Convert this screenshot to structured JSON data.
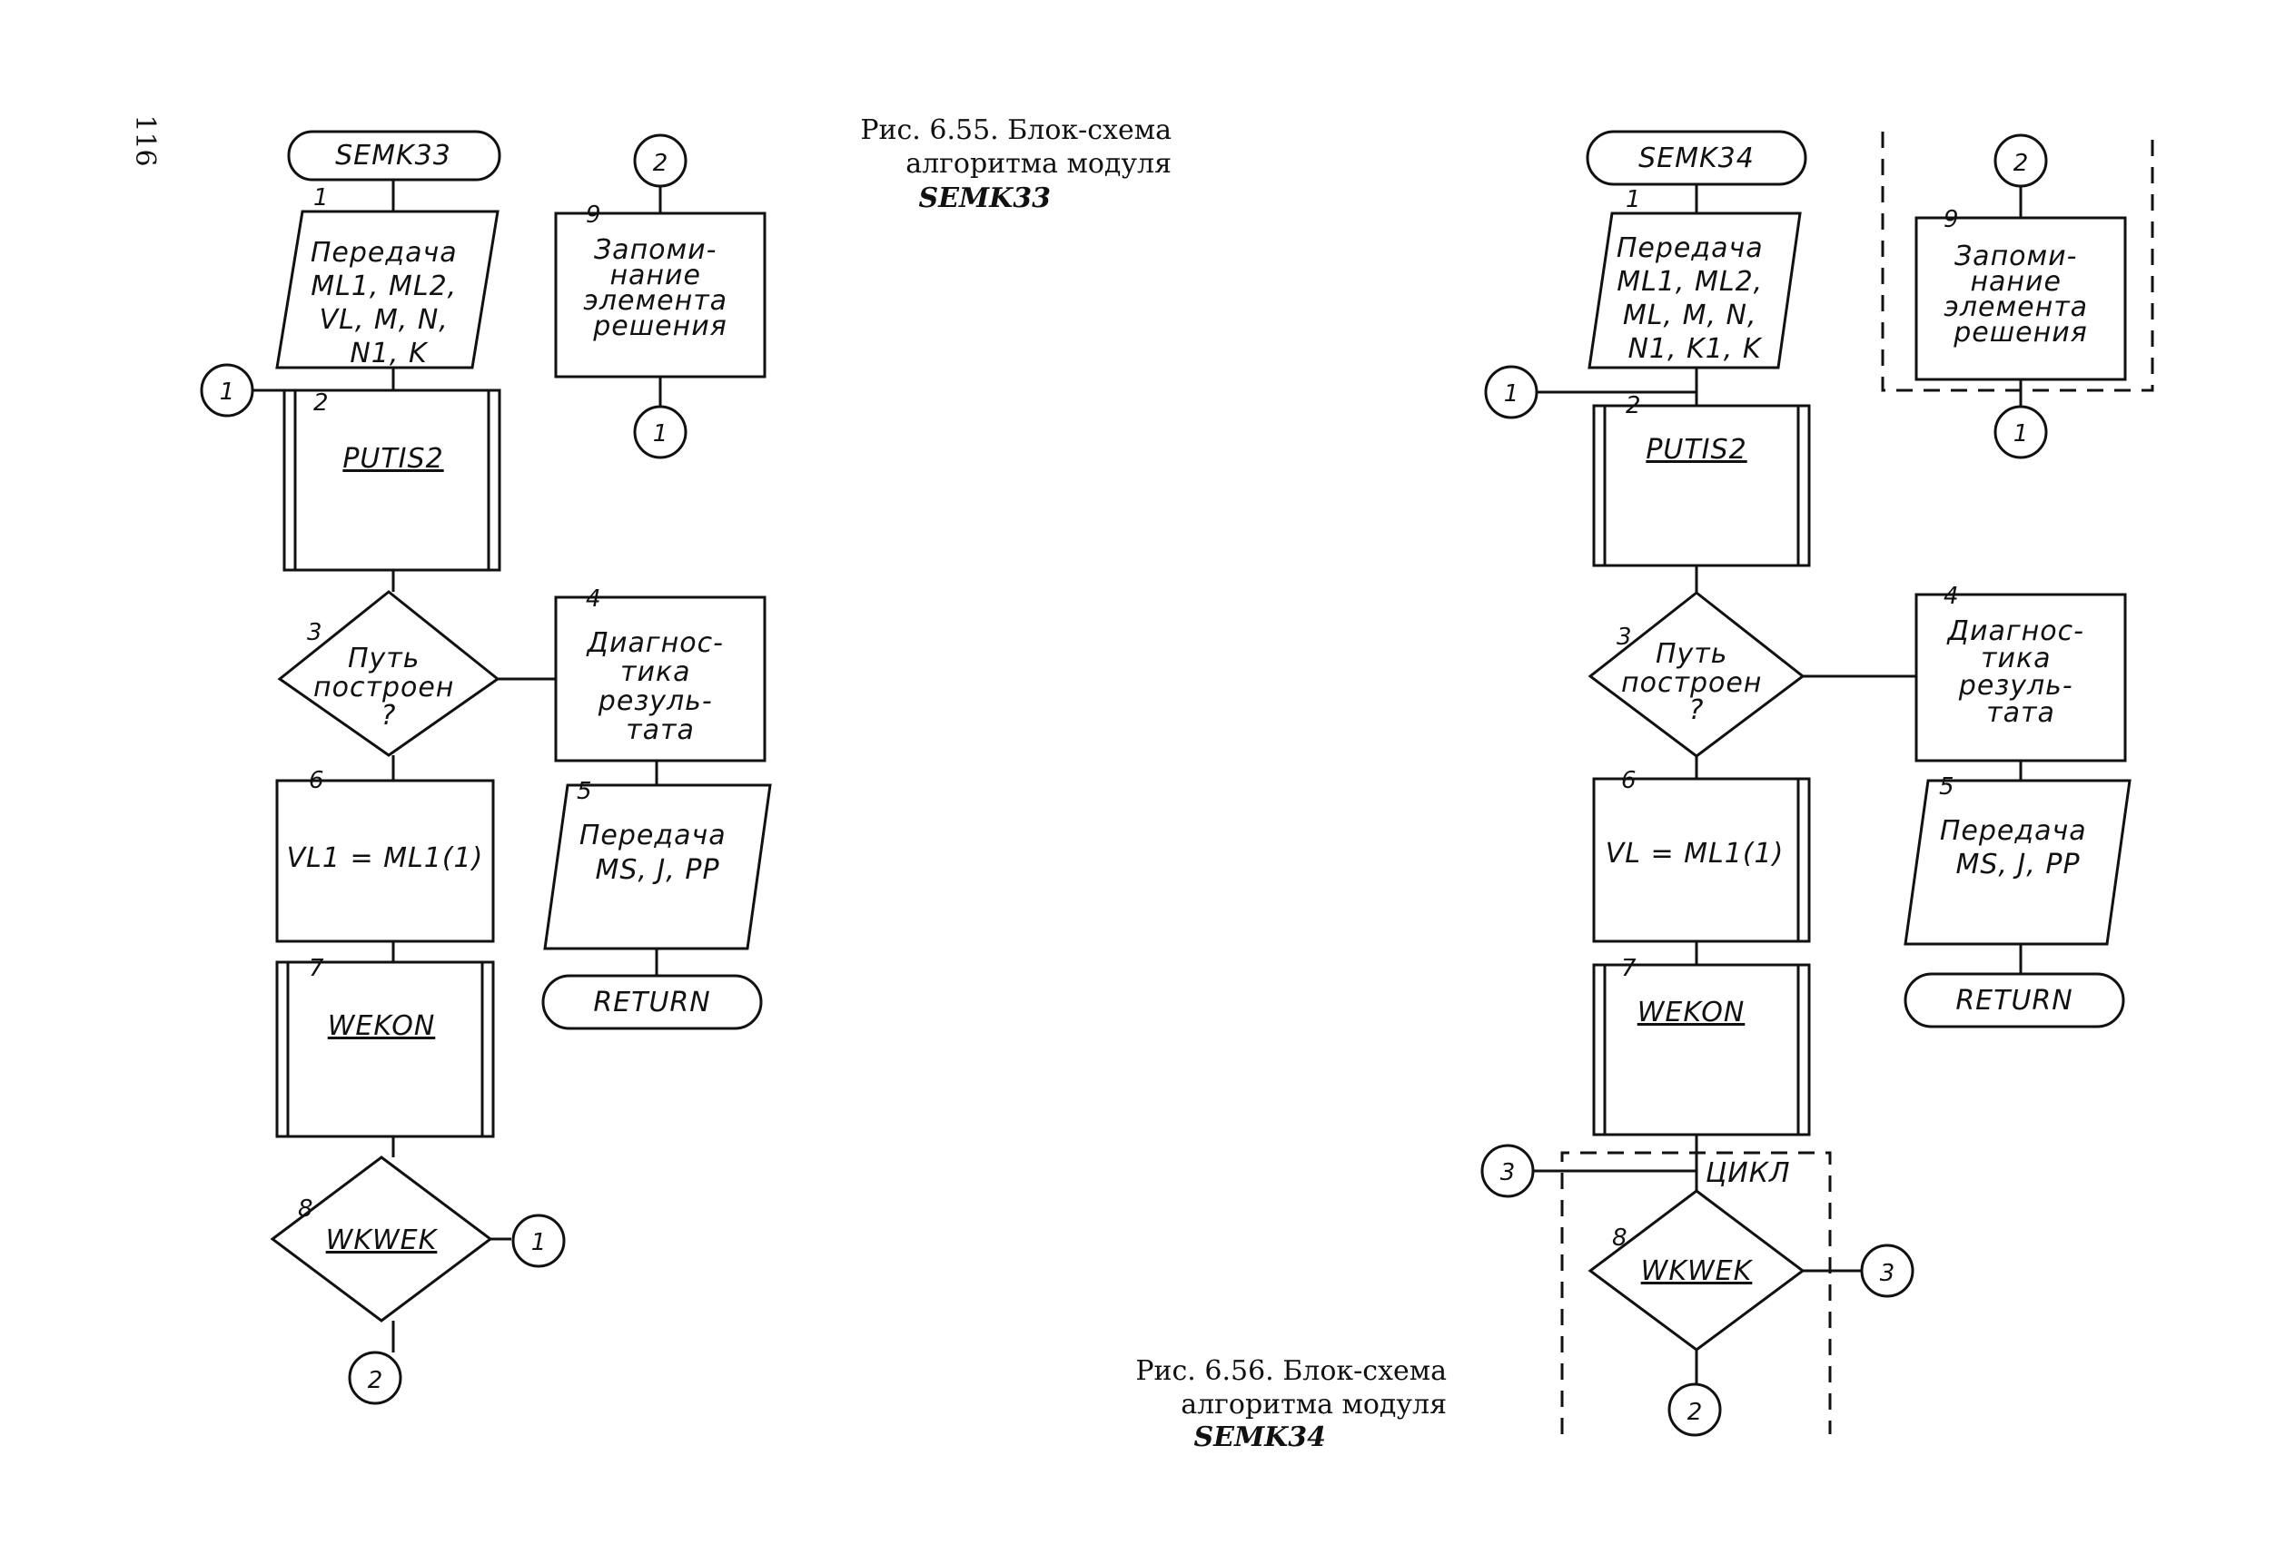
{
  "page": {
    "number": "116"
  },
  "fig55": {
    "caption_line1": "Рис. 6.55. Блок-схема",
    "caption_line2": "алгоритма модуля",
    "caption_line3": "SEMK33",
    "start": "SEMK33",
    "b1": {
      "num": "1",
      "lines": [
        "Передача",
        "ML1, ML2,",
        "VL, M, N,",
        "N1, K"
      ]
    },
    "b2": {
      "num": "2",
      "label": "PUTIS2"
    },
    "b3": {
      "num": "3",
      "lines": [
        "Путь",
        "построен",
        "?"
      ]
    },
    "b4": {
      "num": "4",
      "lines": [
        "Диагнос-",
        "тика",
        "резуль-",
        "тата"
      ]
    },
    "b5": {
      "num": "5",
      "lines": [
        "Передача",
        "MS, J, PP"
      ]
    },
    "end": "RETURN",
    "b6": {
      "num": "6",
      "label": "VL1 = ML1(1)"
    },
    "b7": {
      "num": "7",
      "label": "WEKON"
    },
    "b8": {
      "num": "8",
      "label": "WKWEK"
    },
    "b9": {
      "num": "9",
      "lines": [
        "Запоми-",
        "нание",
        "элемента",
        "решения"
      ]
    },
    "c1a": "1",
    "c1b": "1",
    "c1c": "1",
    "c2a": "2",
    "c2b": "2"
  },
  "fig56": {
    "caption_line1": "Рис. 6.56. Блок-схема",
    "caption_line2": "алгоритма модуля",
    "caption_line3": "SEMK34",
    "start": "SEMK34",
    "b1": {
      "num": "1",
      "lines": [
        "Передача",
        "ML1, ML2,",
        "ML, M, N,",
        "N1, K1, K"
      ]
    },
    "b2": {
      "num": "2",
      "label": "PUTIS2"
    },
    "b3": {
      "num": "3",
      "lines": [
        "Путь",
        "построен",
        "?"
      ]
    },
    "b4": {
      "num": "4",
      "lines": [
        "Диагнос-",
        "тика",
        "резуль-",
        "тата"
      ]
    },
    "b5": {
      "num": "5",
      "lines": [
        "Передача",
        "MS, J, PP"
      ]
    },
    "end": "RETURN",
    "b6": {
      "num": "6",
      "label": "VL = ML1(1)"
    },
    "b7": {
      "num": "7",
      "label": "WEKON"
    },
    "b8": {
      "num": "8",
      "label": "WKWEK"
    },
    "b9": {
      "num": "9",
      "lines": [
        "Запоми-",
        "нание",
        "элемента",
        "решения"
      ]
    },
    "cycle": "ЦИКЛ",
    "c1a": "1",
    "c1b": "1",
    "c2a": "2",
    "c2b": "2",
    "c3a": "3",
    "c3b": "3"
  }
}
